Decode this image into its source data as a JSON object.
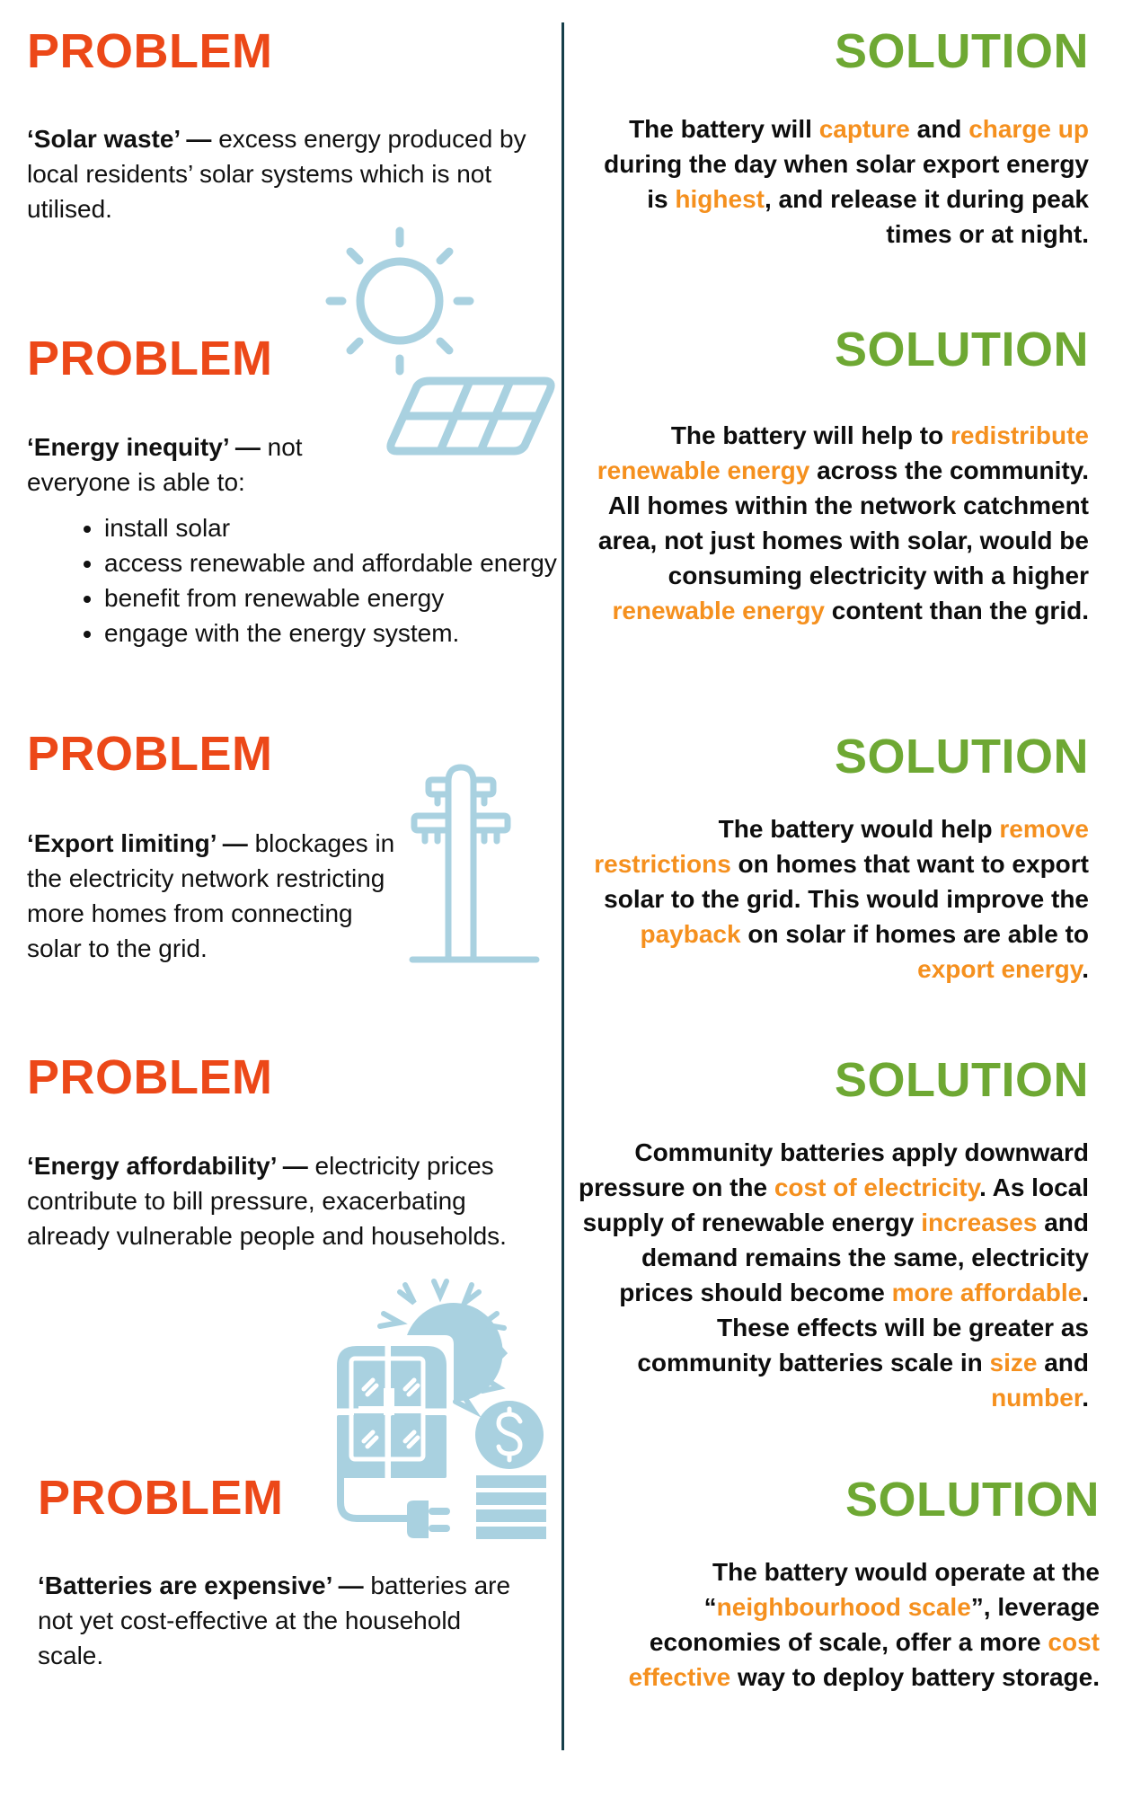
{
  "colors": {
    "problem": "#ec4818",
    "solution": "#6ea833",
    "highlight": "#f5901e",
    "divider": "#163f4a",
    "icon": "#a9d1e0"
  },
  "rows": [
    {
      "problem": {
        "heading": "PROBLEM",
        "term": "‘Solar waste’ —",
        "text": " excess energy produced by local residents’ solar systems which is not utilised."
      },
      "solution": {
        "heading": "SOLUTION",
        "parts": [
          "The battery will ",
          "capture",
          " and ",
          "charge up",
          " during the day when solar export energy is ",
          "highest",
          ", and release it during peak times or at night."
        ]
      }
    },
    {
      "problem": {
        "heading": "PROBLEM",
        "term": "‘Energy inequity’ —",
        "text": " not everyone is able to:",
        "bullets": [
          "install solar",
          "access renewable and affordable energy",
          "benefit from renewable energy",
          "engage with the energy system."
        ]
      },
      "solution": {
        "heading": "SOLUTION",
        "parts": [
          "The battery will help to ",
          "redistribute renewable energy",
          " across the community. All homes within the network catchment area, not just homes with solar, would be consuming electricity with a higher ",
          "renewable energy",
          " content than the grid."
        ]
      }
    },
    {
      "problem": {
        "heading": "PROBLEM",
        "term": "‘Export limiting’ —",
        "text": " blockages in the electricity network restricting more homes from connecting solar to the grid."
      },
      "solution": {
        "heading": "SOLUTION",
        "parts": [
          "The battery would help ",
          "remove restrictions",
          " on homes that want to export solar to the grid. This would improve the ",
          "payback",
          " on solar if homes are able to ",
          "export energy",
          "."
        ]
      }
    },
    {
      "problem": {
        "heading": "PROBLEM",
        "term": "‘Energy affordability’ —",
        "text": " electricity prices contribute to bill pressure, exacerbating already vulnerable people and households."
      },
      "solution": {
        "heading": "SOLUTION",
        "parts": [
          "Community batteries apply downward pressure on the ",
          "cost of electricity",
          ". As local supply of renewable energy ",
          "increases",
          " and demand remains the same, electricity prices should become ",
          "more affordable",
          ". These effects will be greater as community batteries scale in ",
          "size",
          " and ",
          "number",
          "."
        ]
      }
    },
    {
      "problem": {
        "heading": "PROBLEM",
        "term": "‘Batteries are expensive’ —",
        "text": " batteries are not yet cost-effective at the household scale."
      },
      "solution": {
        "heading": "SOLUTION",
        "parts": [
          "The battery would operate at the “",
          "neighbourhood scale",
          "”, leverage economies of scale, offer a more ",
          "cost effective",
          " way to deploy battery storage."
        ]
      }
    }
  ],
  "icons": [
    "sun-icon",
    "solar-panel-icon",
    "power-pole-icon",
    "solar-savings-icon"
  ]
}
